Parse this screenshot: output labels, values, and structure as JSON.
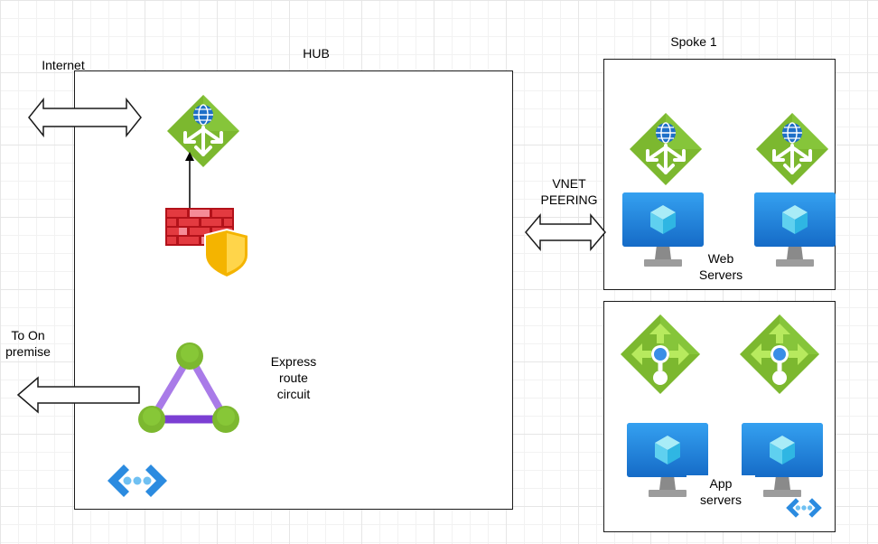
{
  "labels": {
    "internet": "Internet",
    "hub": "HUB",
    "spoke1": "Spoke 1",
    "vnet_peering": "VNET\nPEERING",
    "on_premise": "To On\npremise",
    "express_route": "Express\nroute\ncircuit",
    "web_servers": "Web\nServers",
    "app_servers": "App\nservers"
  },
  "colors": {
    "border": "#1a1a1a",
    "lb_green": "#7cb82f",
    "lb_green_dark": "#5e9624",
    "vm_blue": "#1f8be0",
    "firewall_red": "#d0171f",
    "shield_yellow": "#f7c51c",
    "express_purple": "#8c5bd8",
    "vnet_blue": "#2b8be0"
  },
  "icons": {
    "hub_load_balancer": "load-balancer-icon",
    "firewall": "firewall-icon",
    "express_route": "expressroute-circuit-icon",
    "hub_vnet": "virtual-network-icon",
    "web_load_balancer": "load-balancer-icon",
    "web_vm": "virtual-machine-icon",
    "app_load_balancer": "internal-load-balancer-icon",
    "app_vm": "virtual-machine-icon",
    "spoke_vnet": "virtual-network-icon"
  }
}
